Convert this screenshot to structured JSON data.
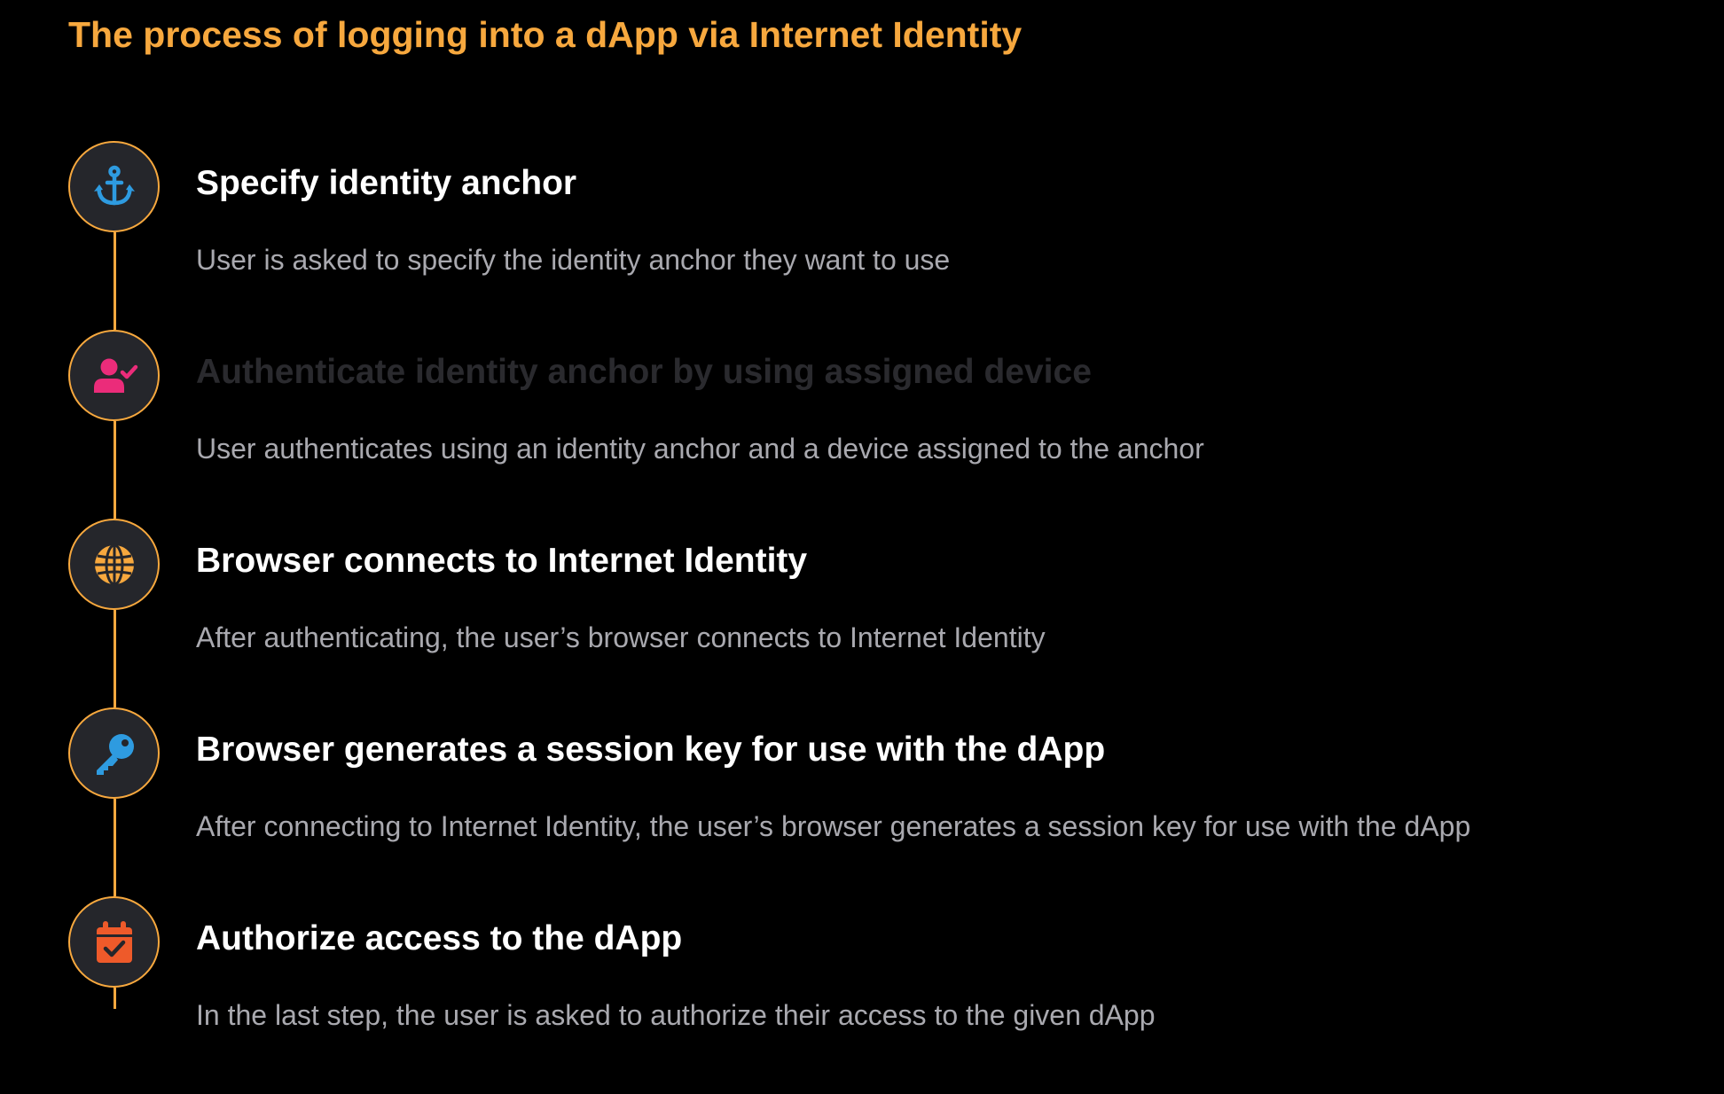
{
  "title": "The process of logging into a dApp via Internet Identity",
  "colors": {
    "background": "#000000",
    "accent": "#F7A83E",
    "circle_fill": "#25262B",
    "title_text": "#FFFFFF",
    "desc_text": "#A9A9AF"
  },
  "steps": [
    {
      "title": "Specify identity anchor",
      "description": "User is asked to specify the identity anchor they want to use",
      "icon": "anchor-icon",
      "icon_color": "#2E9BE0"
    },
    {
      "title": "Authenticate identity anchor by using assigned device",
      "description": "User authenticates using an identity anchor and a device assigned to the anchor",
      "icon": "user-check-icon",
      "icon_color": "#EB2C7A"
    },
    {
      "title": "Browser connects to Internet Identity",
      "description": "After authenticating, the user’s browser connects to Internet Identity",
      "icon": "globe-icon",
      "icon_color": "#F7A83E"
    },
    {
      "title": "Browser generates a session key for use with the dApp",
      "description": "After connecting to Internet Identity, the user’s browser generates a session key for use with the dApp",
      "icon": "key-icon",
      "icon_color": "#2E9BE0"
    },
    {
      "title": "Authorize access to the dApp",
      "description": "In the last step, the user is asked to authorize their access to the given dApp",
      "icon": "calendar-check-icon",
      "icon_color": "#EE5A2A"
    }
  ]
}
